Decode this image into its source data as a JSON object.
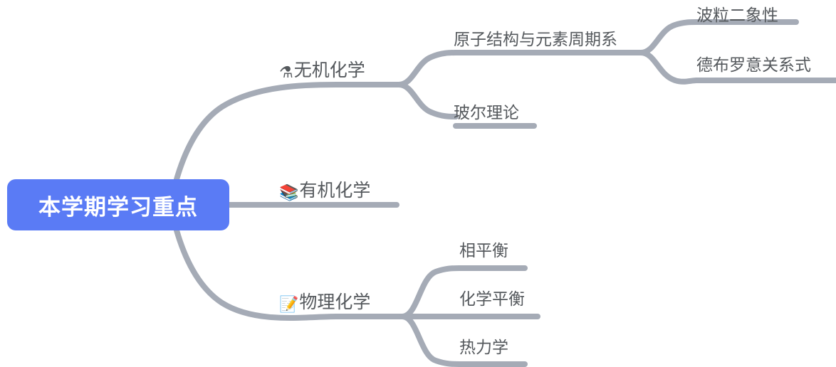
{
  "document": {
    "type": "mindmap",
    "title": "本学期学习重点"
  },
  "theme": {
    "root_fill": "#5a7bf5",
    "root_text_color": "#ffffff",
    "branch_color": "#a5abb6",
    "label_color": "#55595d",
    "background": "#ffffff"
  },
  "root": {
    "label": "本学期学习重点"
  },
  "branches": [
    {
      "id": "inorganic",
      "icon": "⚗",
      "icon_name": "flask-icon",
      "label": "无机化学",
      "children": [
        {
          "id": "atomic-structure",
          "label": "原子结构与元素周期系",
          "children": [
            {
              "id": "wave-particle",
              "label": "波粒二象性"
            },
            {
              "id": "de-broglie",
              "label": "德布罗意关系式"
            }
          ]
        },
        {
          "id": "bohr-theory",
          "label": "玻尔理论",
          "children": []
        }
      ]
    },
    {
      "id": "organic",
      "icon": "📚",
      "icon_name": "books-icon",
      "label": "有机化学",
      "children": []
    },
    {
      "id": "physical",
      "icon": "📝",
      "icon_name": "memo-icon",
      "label": "物理化学",
      "children": [
        {
          "id": "phase-equilibrium",
          "label": "相平衡",
          "children": []
        },
        {
          "id": "chemical-equilibrium",
          "label": "化学平衡",
          "children": []
        },
        {
          "id": "thermodynamics",
          "label": "热力学",
          "children": []
        }
      ]
    }
  ]
}
